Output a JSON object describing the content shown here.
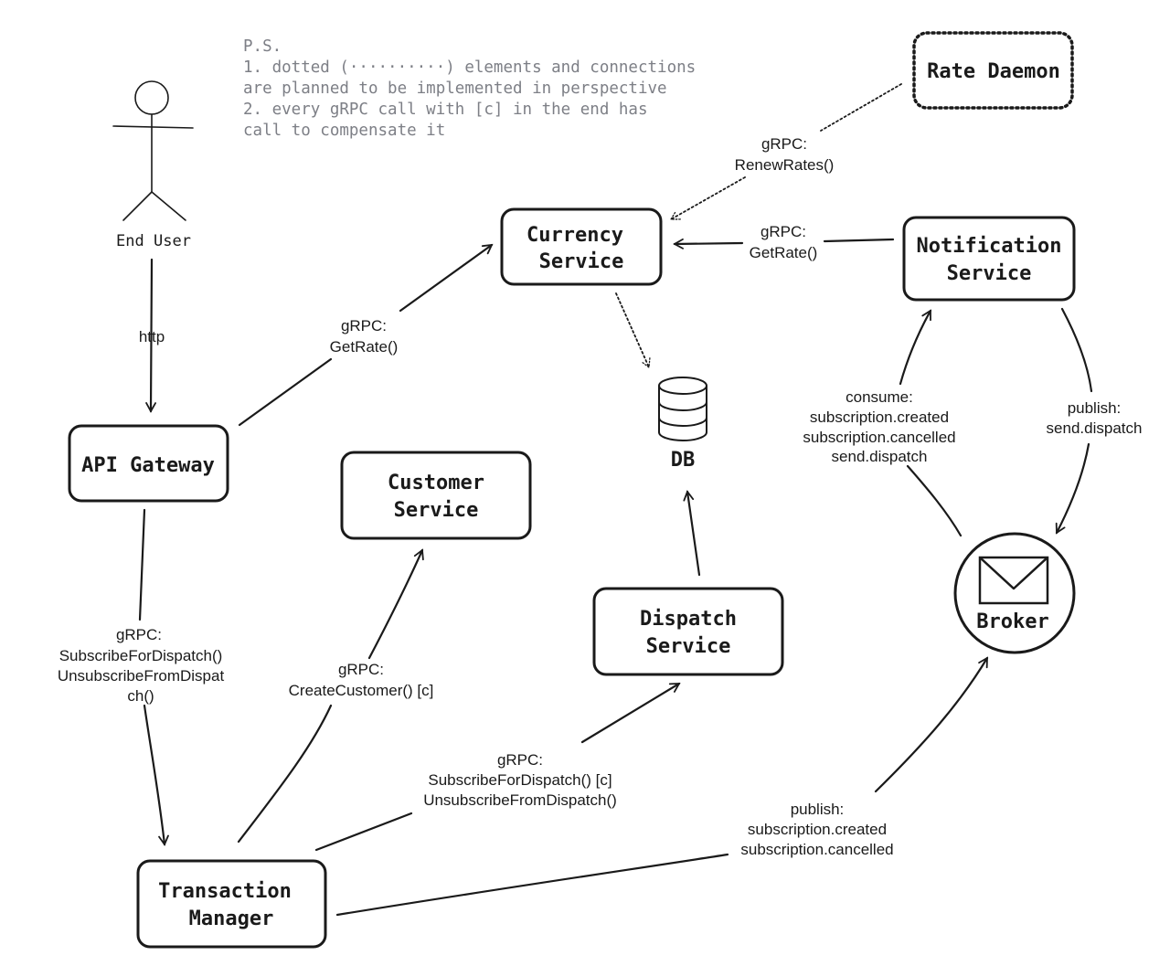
{
  "note": {
    "lines": [
      "P.S.",
      "1. dotted (··········) elements and connections",
      "are planned to be implemented in perspective",
      "2. every gRPC call with [c] in the end has",
      "call to compensate it"
    ]
  },
  "actor": {
    "label": "End User"
  },
  "nodes": {
    "rate_daemon": {
      "label": "Rate Daemon"
    },
    "currency_service": {
      "line1": "Currency",
      "line2": "Service"
    },
    "notification_service": {
      "line1": "Notification",
      "line2": "Service"
    },
    "api_gateway": {
      "label": "API Gateway"
    },
    "customer_service": {
      "line1": "Customer",
      "line2": "Service"
    },
    "db": {
      "label": "DB"
    },
    "dispatch_service": {
      "line1": "Dispatch",
      "line2": "Service"
    },
    "broker": {
      "label": "Broker"
    },
    "transaction_manager": {
      "line1": "Transaction",
      "line2": "Manager"
    }
  },
  "edges": {
    "user_to_gateway": {
      "lines": [
        "http"
      ]
    },
    "gateway_to_currency": {
      "lines": [
        "gRPC:",
        "GetRate()"
      ]
    },
    "daemon_to_currency": {
      "lines": [
        "gRPC:",
        "RenewRates()"
      ]
    },
    "notification_to_currency": {
      "lines": [
        "gRPC:",
        "GetRate()"
      ]
    },
    "gateway_to_transaction": {
      "lines": [
        "gRPC:",
        "SubscribeForDispatch()",
        "UnsubscribeFromDispat",
        "ch()"
      ]
    },
    "transaction_to_customer": {
      "lines": [
        "gRPC:",
        "CreateCustomer() [c]"
      ]
    },
    "transaction_to_dispatch": {
      "lines": [
        "gRPC:",
        "SubscribeForDispatch() [c]",
        "UnsubscribeFromDispatch()"
      ]
    },
    "transaction_to_broker": {
      "lines": [
        "publish:",
        "subscription.created",
        "subscription.cancelled"
      ]
    },
    "broker_to_notification": {
      "lines": [
        "consume:",
        "subscription.created",
        "subscription.cancelled",
        "send.dispatch"
      ]
    },
    "notification_to_broker": {
      "lines": [
        "publish:",
        "send.dispatch"
      ]
    }
  },
  "icons": {
    "broker": "envelope-icon",
    "db": "database-icon",
    "actor": "stick-figure-icon"
  },
  "colors": {
    "ink": "#1a1a1a",
    "note": "#7d7f86",
    "background": "#ffffff"
  }
}
